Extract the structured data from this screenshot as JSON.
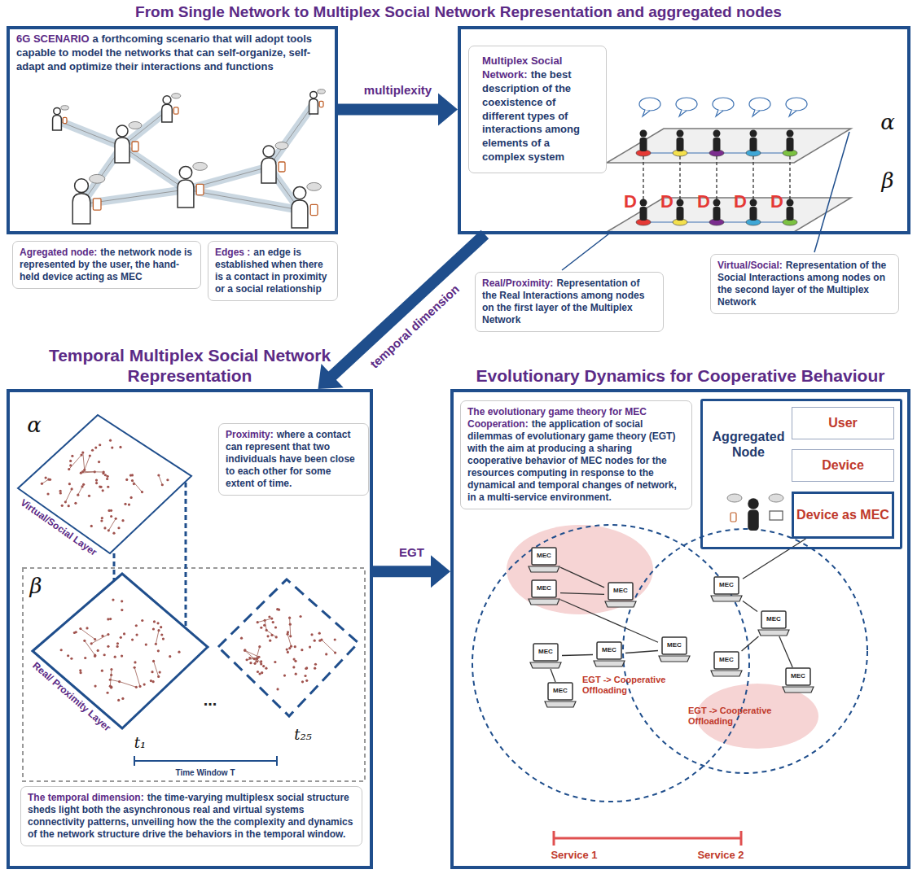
{
  "diagram": {
    "title": "From Single Network to Multiplex Social Network Representation and aggregated nodes",
    "nodes": [
      {
        "text": [
          "6G SCENARIO",
          "a forthcoming scenario that will adopt tools capable to model the networks that can self-organize, self-adapt and optimize their interactions and functions"
        ]
      },
      {
        "text": [
          "Agregated node:",
          "the network node is represented by the user, the hand-held device acting as MEC"
        ]
      },
      {
        "text": [
          "Edges :",
          "an edge is established when there is a contact in proximity or a social relationship"
        ]
      },
      {
        "text": []
      },
      {
        "text": [
          "Multiplex Social Network:",
          "the best description of the coexistence of different types of interactions among elements of a complex system"
        ],
        "in": 3
      },
      {
        "text": [
          "Real/Proximity:",
          "Representation of the Real Interactions among nodes on the first layer of the Multiplex Network"
        ]
      },
      {
        "text": [
          "Virtual/Social:",
          "Representation of the Social Interactions among nodes on the second layer of the Multiplex Network"
        ]
      },
      {
        "text": [
          "Temporal Multiplex Social Network Representation"
        ]
      },
      {
        "text": [
          "Proximity:",
          "where a contact can represent that two individuals have been close to each other for some extent of time."
        ],
        "in": 7
      },
      {
        "text": [
          "The temporal dimension:",
          "the time-varying multiplesx social structure sheds light both the asynchronous real and virtual systems connectivity patterns, unveiling how the the complexity and dynamics of the network structure drive the behaviors in the temporal window."
        ],
        "in": 7
      },
      {
        "text": [
          "Evolutionary Dynamics for Cooperative Behaviour"
        ]
      },
      {
        "text": [
          "The evolutionary game theory for MEC Cooperation:",
          "the application of social dilemmas of evolutionary game theory (EGT) with the aim at producing a sharing cooperative behavior of MEC nodes for the resources computing in response to the dynamical and temporal changes of network, in a multi-service environment."
        ],
        "in": 10
      },
      {
        "text": [
          "Aggregated Node"
        ],
        "in": 10
      },
      {
        "text": [
          "User"
        ],
        "in": 12
      },
      {
        "text": [
          "Device"
        ],
        "in": 12
      },
      {
        "text": [
          "Device as MEC"
        ],
        "in": 12
      },
      {
        "text": [
          "MEC"
        ],
        "in": 10
      },
      {
        "text": [
          "MEC"
        ],
        "in": 10
      },
      {
        "text": [
          "MEC"
        ],
        "in": 10
      },
      {
        "text": [
          "MEC"
        ],
        "in": 10
      },
      {
        "text": [
          "MEC"
        ],
        "in": 10
      },
      {
        "text": [
          "MEC"
        ],
        "in": 10
      },
      {
        "text": [
          "MEC"
        ],
        "in": 10
      },
      {
        "text": [
          "MEC"
        ],
        "in": 10
      },
      {
        "text": [
          "MEC"
        ],
        "in": 10
      },
      {
        "text": [
          "MEC"
        ],
        "in": 10
      },
      {
        "text": [
          "MEC"
        ],
        "in": 10
      }
    ],
    "edges": [
      {
        "from": 0,
        "to": 3,
        "arrow": "to",
        "label": "multiplexity"
      },
      {
        "from": 3,
        "to": 7,
        "arrow": "to",
        "label": "temporal dimension"
      },
      {
        "from": 7,
        "to": 10,
        "arrow": "to",
        "label": "EGT"
      },
      {
        "from": 15,
        "to": 23,
        "arrow": "none"
      },
      {
        "from": 16,
        "to": 18,
        "arrow": "none"
      },
      {
        "from": 17,
        "to": 18,
        "arrow": "none"
      },
      {
        "from": 17,
        "to": 19,
        "arrow": "none"
      },
      {
        "from": 20,
        "to": 21,
        "arrow": "none"
      },
      {
        "from": 21,
        "to": 22,
        "arrow": "none"
      },
      {
        "from": 23,
        "to": 24,
        "arrow": "none"
      },
      {
        "from": 24,
        "to": 25,
        "arrow": "none"
      },
      {
        "from": 24,
        "to": 26,
        "arrow": "none"
      },
      {
        "from": 20,
        "to": 19,
        "arrow": "none"
      }
    ],
    "labels": [
      "α",
      "β",
      "D",
      "D",
      "D",
      "D",
      "D",
      "α",
      "Virtual/Social Layer",
      "β",
      "Real/ Proximity Layer",
      "...",
      "t₁",
      "t₂₅",
      "Time Window T",
      "EGT -> Cooperative Offloading",
      "EGT -> Cooperative Offloading",
      "Service 1",
      "Service 2"
    ]
  }
}
